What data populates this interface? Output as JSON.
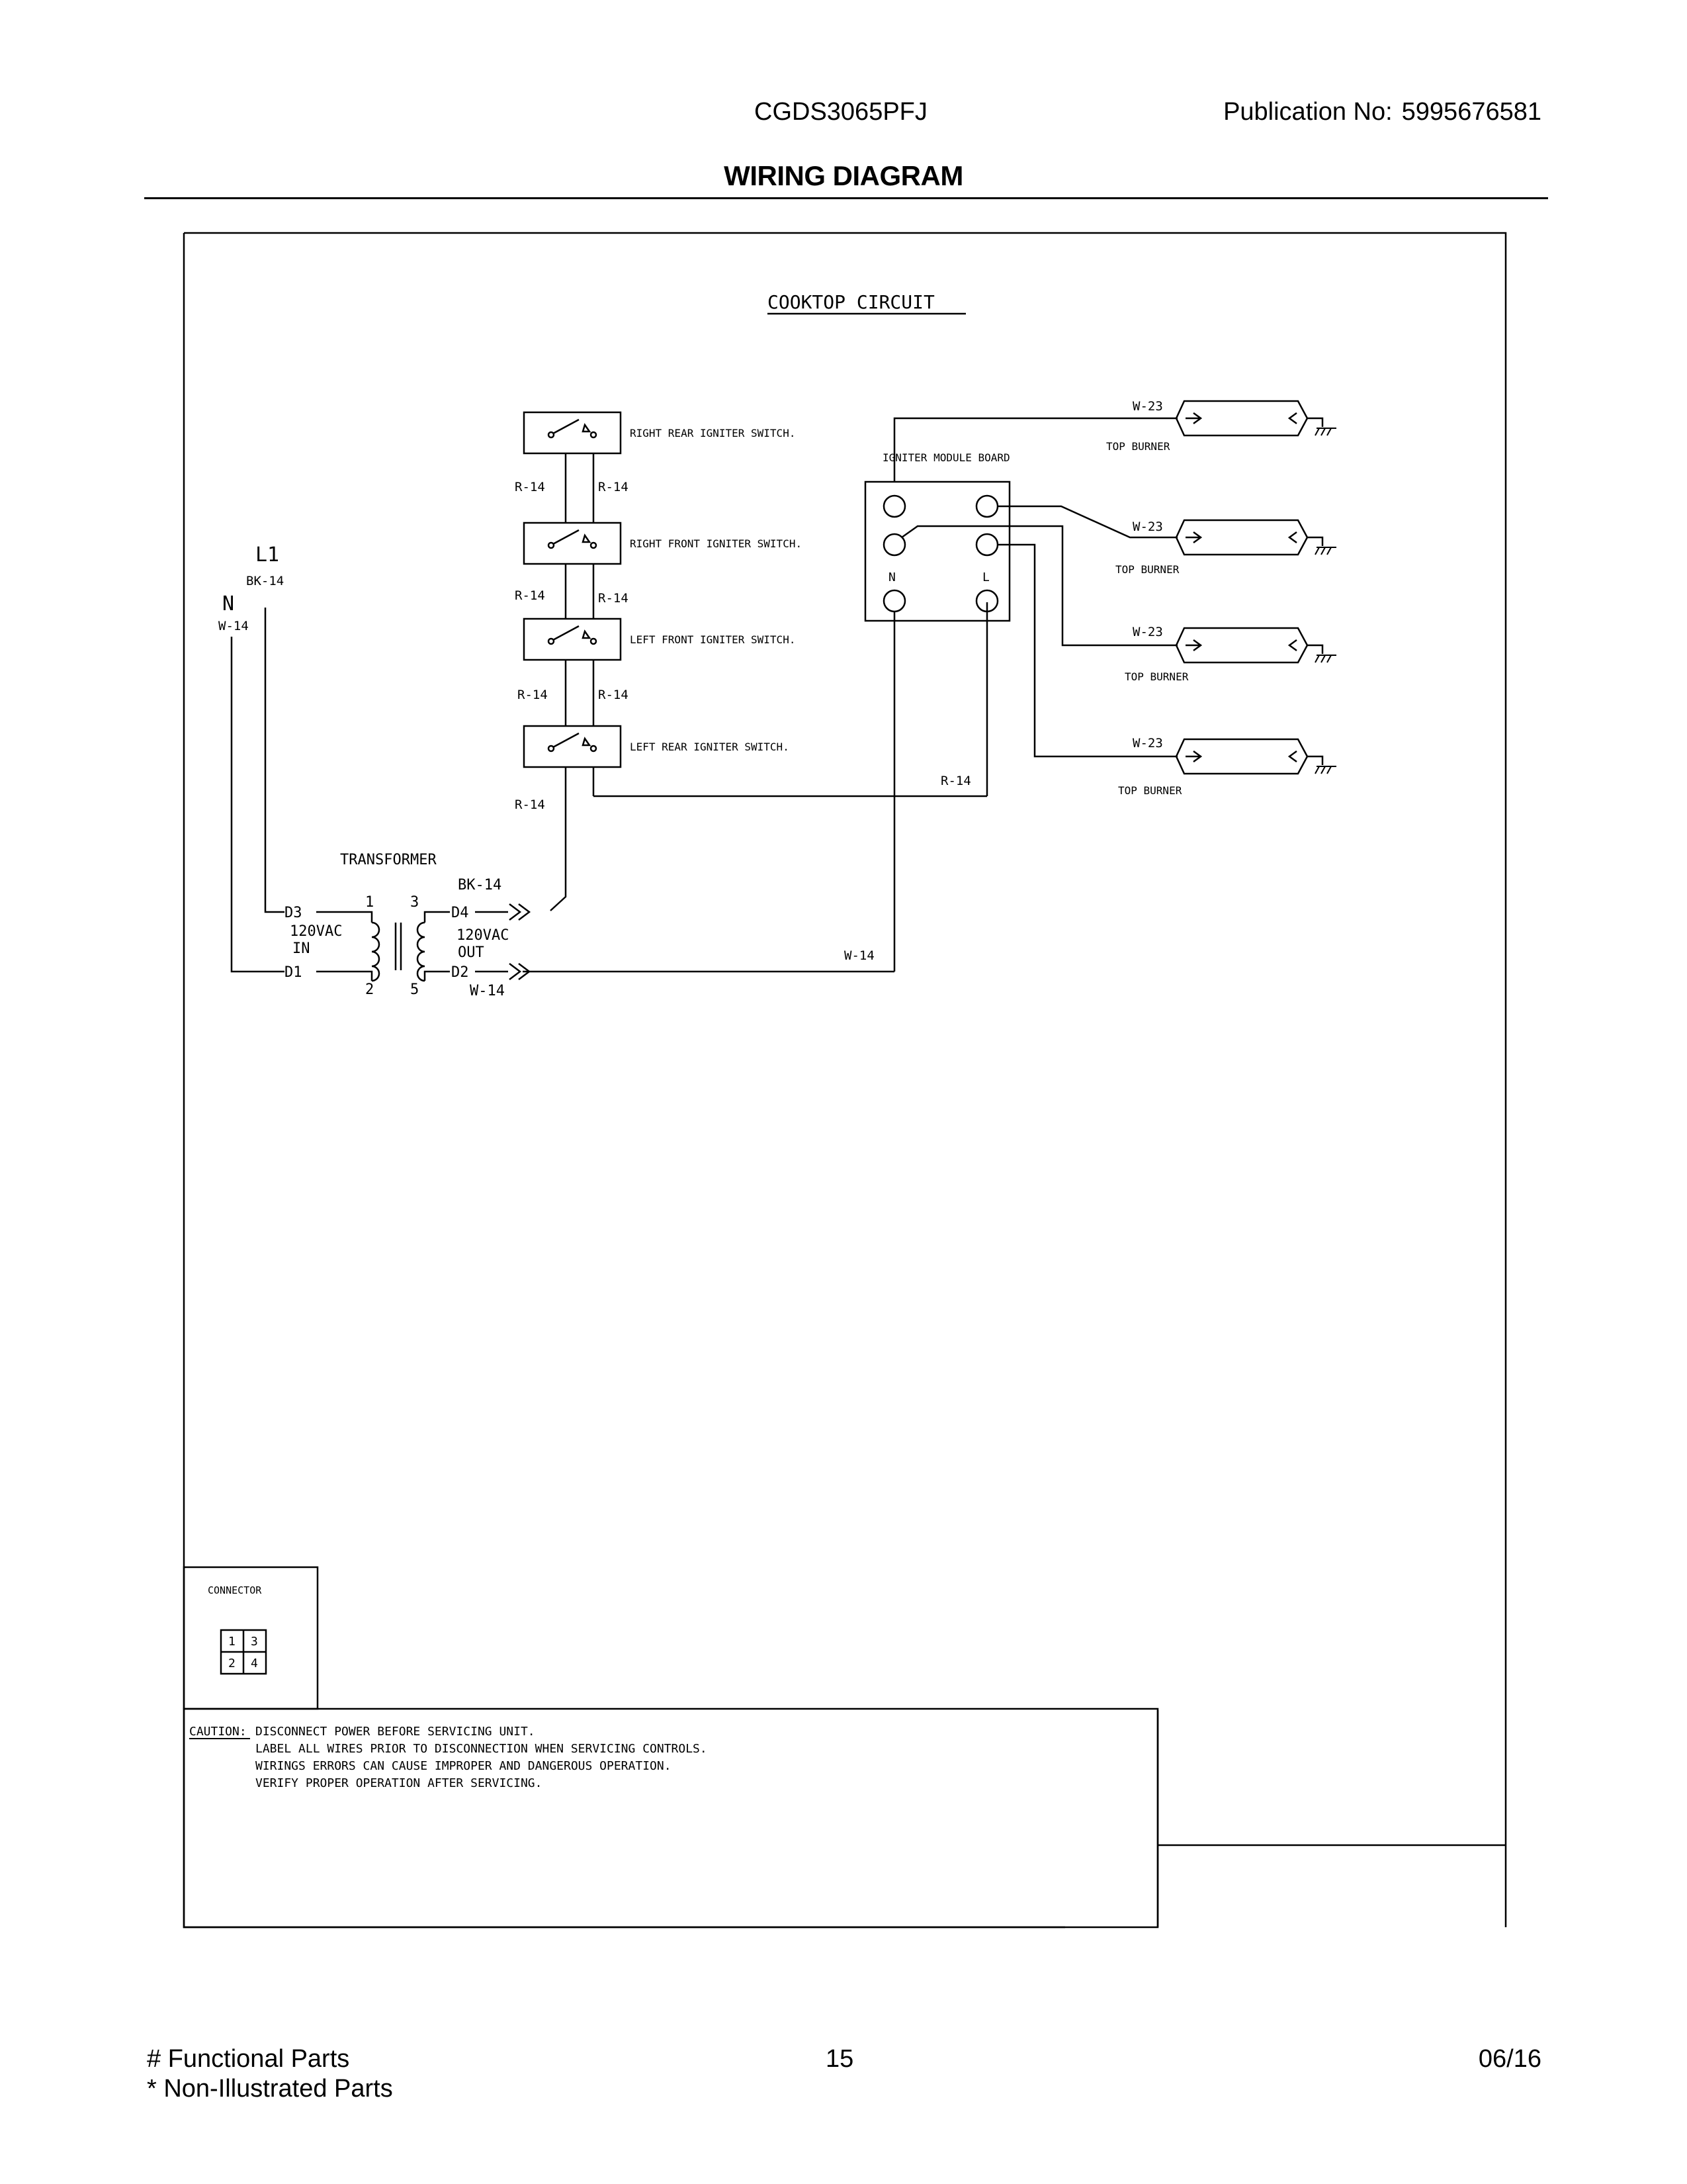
{
  "header": {
    "model": "CGDS3065PFJ",
    "publication_label": "Publication No:",
    "publication_number": "5995676581",
    "title": "WIRING DIAGRAM"
  },
  "diagram": {
    "circuit_title": "COOKTOP CIRCUIT",
    "switches": [
      "RIGHT REAR IGNITER SWITCH.",
      "RIGHT FRONT IGNITER SWITCH.",
      "LEFT FRONT IGNITER SWITCH.",
      "LEFT REAR IGNITER SWITCH."
    ],
    "wire_r14": "R-14",
    "wire_w23": "W-23",
    "wire_bk14": "BK-14",
    "wire_w14": "W-14",
    "module_label": "IGNITER MODULE BOARD",
    "module_n": "N",
    "module_l": "L",
    "burner_label": "TOP BURNER",
    "line_l1": "L1",
    "line_n": "N",
    "transformer_label": "TRANSFORMER",
    "terminal_d1": "D1",
    "terminal_d2": "D2",
    "terminal_d3": "D3",
    "terminal_d4": "D4",
    "pin_1": "1",
    "pin_2": "2",
    "pin_3": "3",
    "pin_5": "5",
    "vac_in": "120VAC",
    "in_label": "IN",
    "vac_out": "120VAC",
    "out_label": "OUT",
    "connector_label": "CONNECTOR",
    "connector_pins": [
      "1",
      "3",
      "2",
      "4"
    ],
    "caution_label": "CAUTION:",
    "caution_lines": [
      "DISCONNECT POWER BEFORE SERVICING UNIT.",
      "LABEL ALL WIRES PRIOR TO DISCONNECTION WHEN SERVICING CONTROLS.",
      "WIRINGS ERRORS CAN CAUSE IMPROPER AND DANGEROUS OPERATION.",
      "VERIFY PROPER OPERATION AFTER SERVICING."
    ]
  },
  "footer": {
    "functional_parts": "# Functional Parts",
    "non_illustrated": "* Non-Illustrated Parts",
    "page_number": "15",
    "date": "06/16"
  }
}
